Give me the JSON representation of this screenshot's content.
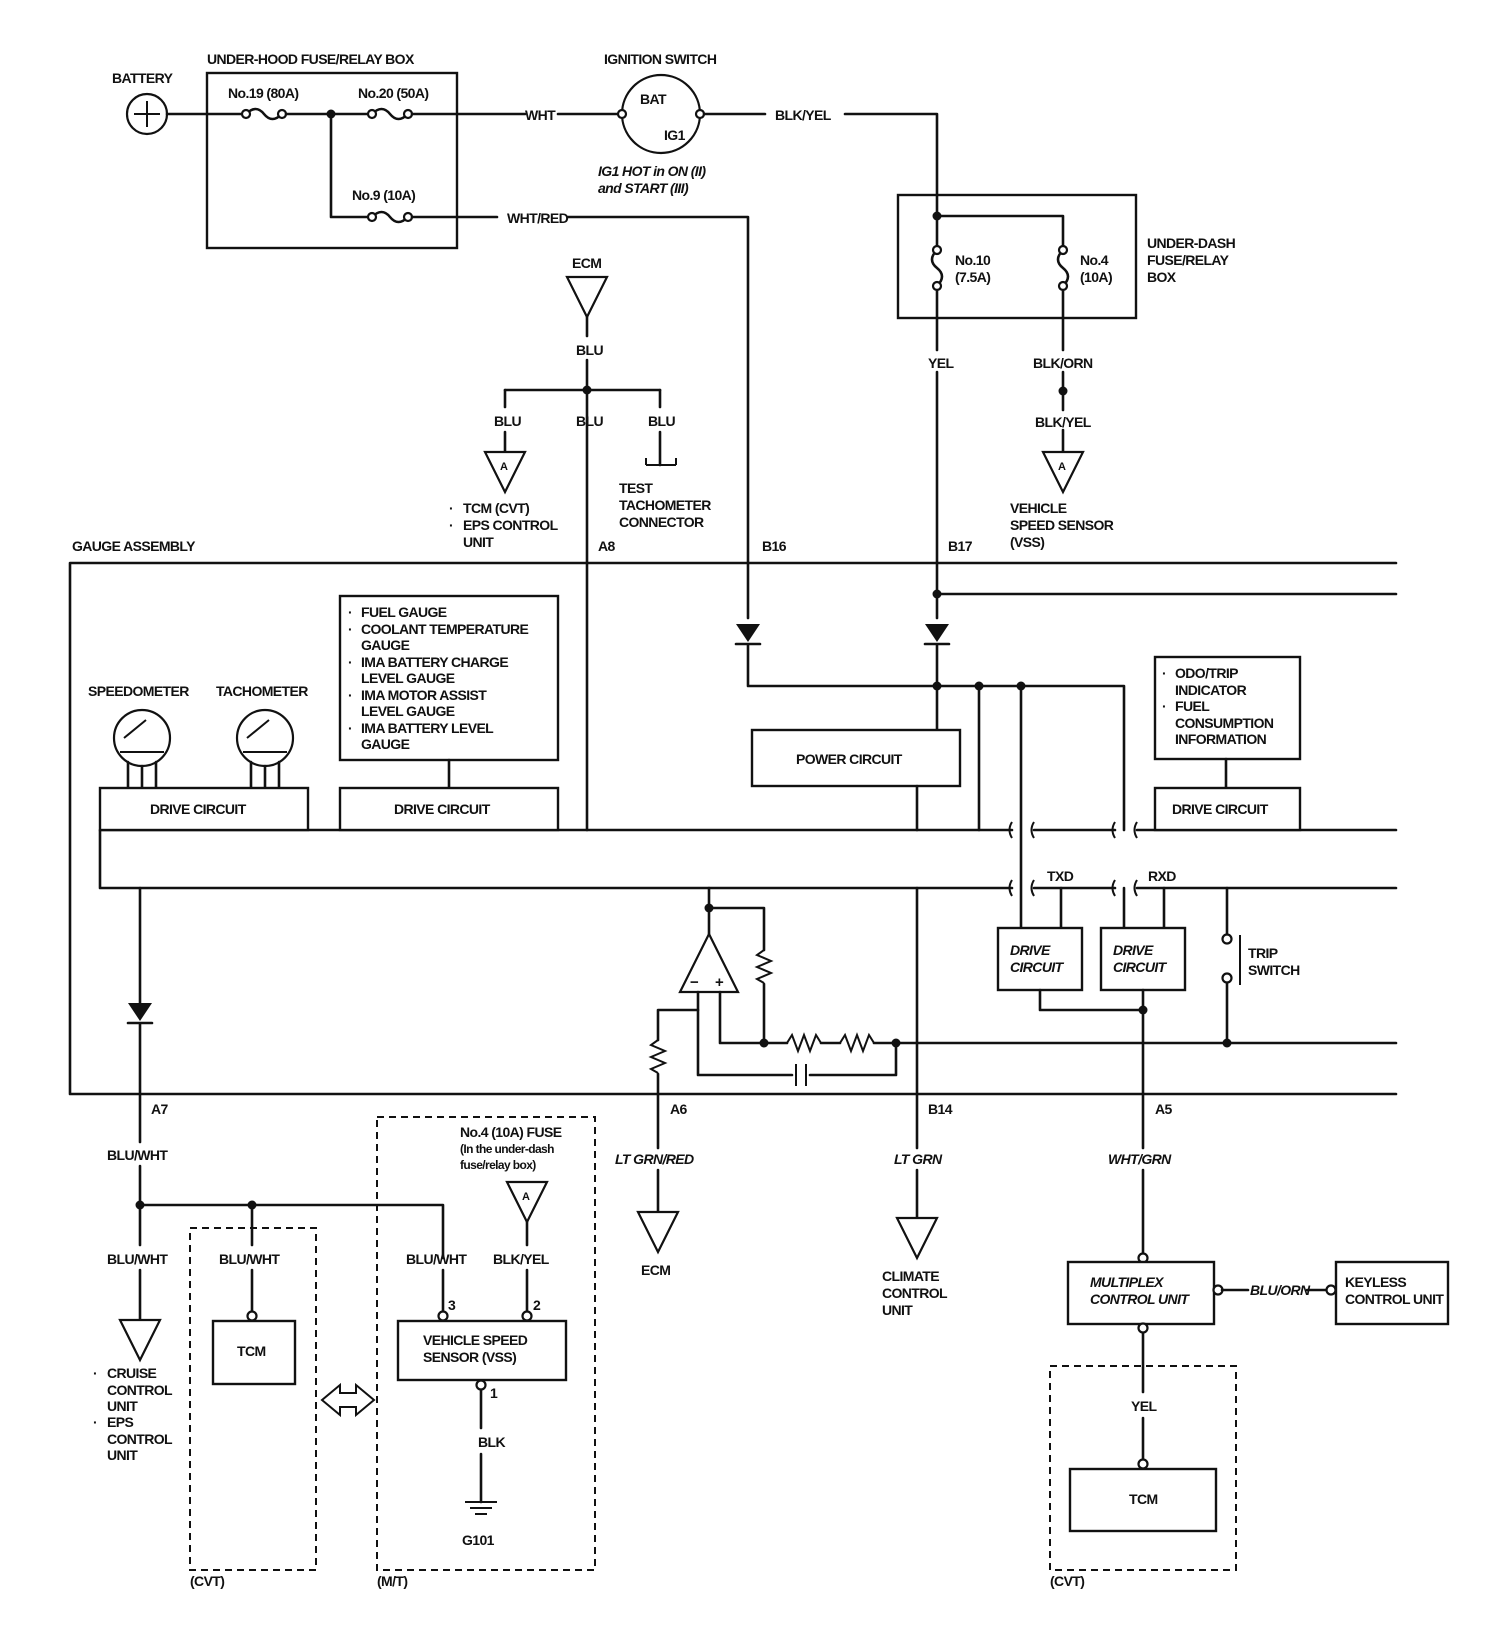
{
  "power": {
    "battery": "BATTERY",
    "underhood_box": "UNDER-HOOD FUSE/RELAY BOX",
    "fuse19": "No.19 (80A)",
    "fuse20": "No.20 (50A)",
    "fuse9": "No.9 (10A)",
    "ignition_switch": "IGNITION SWITCH",
    "bat": "BAT",
    "ig1": "IG1",
    "ig1_note_1": "IG1 HOT in ON (II)",
    "ig1_note_2": "and START (III)",
    "underdash_box_1": "UNDER-DASH",
    "underdash_box_2": "FUSE/RELAY",
    "underdash_box_3": "BOX",
    "fuse10_1": "No.10",
    "fuse10_2": "(7.5A)",
    "fuse4_1": "No.4",
    "fuse4_2": "(10A)"
  },
  "wires": {
    "wht": "WHT",
    "wht_red": "WHT/RED",
    "blk_yel": "BLK/YEL",
    "yel": "YEL",
    "blk_orn": "BLK/ORN",
    "blu": "BLU",
    "blu_wht": "BLU/WHT",
    "lt_grn_red": "LT GRN/RED",
    "lt_grn": "LT GRN",
    "wht_grn": "WHT/GRN",
    "blu_orn": "BLU/ORN",
    "blk": "BLK"
  },
  "ecm_section": {
    "ecm": "ECM",
    "connector_a": "A",
    "tcm_cvt": "TCM (CVT)",
    "eps_1": "EPS CONTROL",
    "eps_2": "UNIT",
    "test_1": "TEST",
    "test_2": "TACHOMETER",
    "test_3": "CONNECTOR",
    "vss_1": "VEHICLE",
    "vss_2": "SPEED SENSOR",
    "vss_3": "(VSS)"
  },
  "gauge": {
    "title": "GAUGE ASSEMBLY",
    "pin_a8": "A8",
    "pin_b16": "B16",
    "pin_b17": "B17",
    "pin_a7": "A7",
    "pin_a6": "A6",
    "pin_b14": "B14",
    "pin_a5": "A5",
    "speedometer": "SPEEDOMETER",
    "tachometer": "TACHOMETER",
    "gauges": [
      "FUEL GAUGE",
      "COOLANT TEMPERATURE",
      "GAUGE",
      "IMA BATTERY CHARGE",
      "LEVEL GAUGE",
      "IMA MOTOR ASSIST",
      "LEVEL GAUGE",
      "IMA BATTERY LEVEL",
      "GAUGE"
    ],
    "odo": [
      "ODO/TRIP",
      "INDICATOR",
      "FUEL",
      "CONSUMPTION",
      "INFORMATION"
    ],
    "drive_circuit": "DRIVE CIRCUIT",
    "power_circuit": "POWER CIRCUIT",
    "drive_circuit_a": "DRIVE",
    "drive_circuit_b": "CIRCUIT",
    "txd": "TXD",
    "rxd": "RXD",
    "trip": "TRIP",
    "switch": "SWITCH"
  },
  "bottom": {
    "cruise_1": "CRUISE",
    "cruise_2": "CONTROL",
    "cruise_3": "UNIT",
    "eps_1": "EPS",
    "eps_2": "CONTROL",
    "eps_3": "UNIT",
    "tcm": "TCM",
    "cvt": "(CVT)",
    "mt": "(M/T)",
    "fuse_note_1": "No.4 (10A) FUSE",
    "fuse_note_2": "(In the under-dash",
    "fuse_note_3": "fuse/relay box)",
    "pin3": "3",
    "pin2": "2",
    "pin1": "1",
    "vss_box_1": "VEHICLE SPEED",
    "vss_box_2": "SENSOR (VSS)",
    "g101": "G101",
    "ecm": "ECM",
    "climate_1": "CLIMATE",
    "climate_2": "CONTROL",
    "climate_3": "UNIT",
    "multiplex_1": "MULTIPLEX",
    "multiplex_2": "CONTROL UNIT",
    "keyless_1": "KEYLESS",
    "keyless_2": "CONTROL UNIT"
  }
}
